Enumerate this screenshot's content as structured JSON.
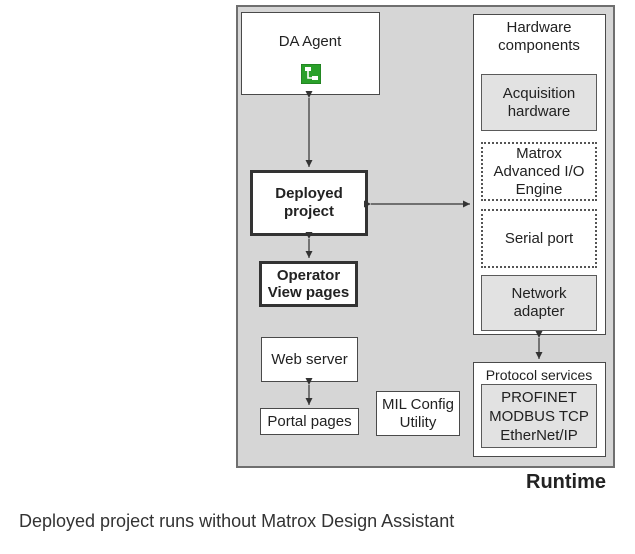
{
  "da_agent": {
    "label": "DA Agent",
    "icon": "flowchart-app-icon",
    "icon_color": "#2aa02a"
  },
  "deployed_project": {
    "label": "Deployed project"
  },
  "operator_view": {
    "label": "Operator View pages"
  },
  "web_server": {
    "label": "Web server"
  },
  "portal_pages": {
    "label": "Portal pages"
  },
  "mil_config": {
    "label": "MIL Config Utility"
  },
  "hardware": {
    "title": "Hardware components",
    "acquisition": "Acquisition hardware",
    "aio_engine": "Matrox Advanced I/O Engine",
    "serial_port": "Serial port",
    "network_adapter": "Network adapter"
  },
  "protocol": {
    "title": "Protocol services",
    "items": [
      "PROFINET",
      "MODBUS TCP",
      "EtherNet/IP"
    ]
  },
  "runtime_label": "Runtime",
  "caption": "Deployed project runs without Matrox Design Assistant"
}
